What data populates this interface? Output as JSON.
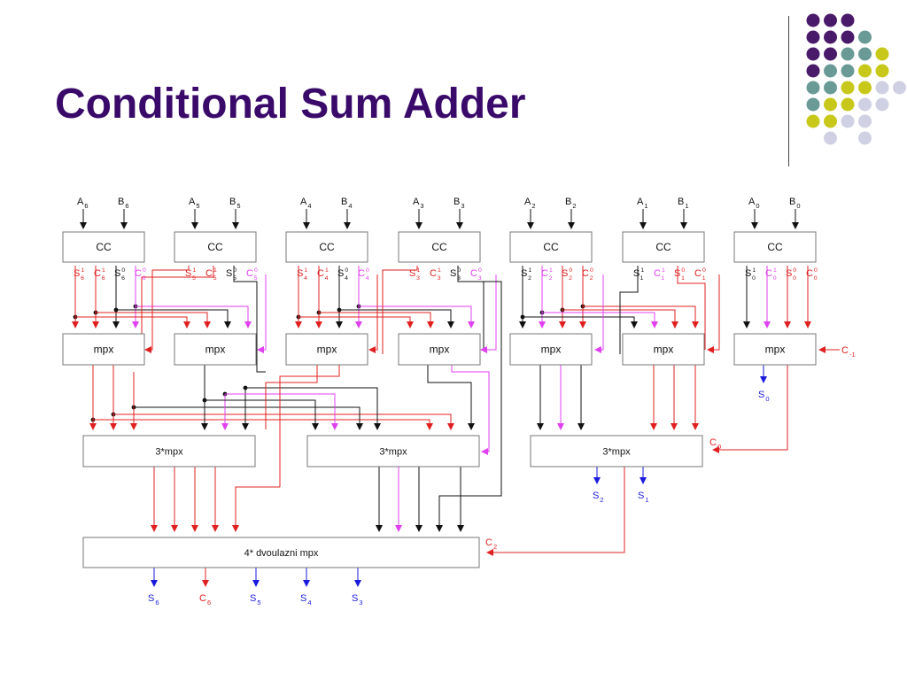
{
  "slide": {
    "title": "Conditional Sum Adder"
  },
  "colors": {
    "title": "#3a0a6a",
    "black": "#111111",
    "red": "#e02020",
    "magenta": "#e040f0",
    "blue": "#1a1adf",
    "box_border": "#777777",
    "dot_purple": "#4a1a6a",
    "dot_teal": "#6a9a96",
    "dot_yellow": "#c8c81a",
    "dot_lavender": "#d0d0e4"
  },
  "decoration": {
    "dot_grid": [
      [
        "purple",
        "purple",
        "purple",
        "",
        "",
        ""
      ],
      [
        "purple",
        "purple",
        "purple",
        "teal",
        "",
        ""
      ],
      [
        "purple",
        "purple",
        "teal",
        "teal",
        "yellow",
        ""
      ],
      [
        "purple",
        "teal",
        "teal",
        "yellow",
        "yellow",
        ""
      ],
      [
        "teal",
        "teal",
        "yellow",
        "yellow",
        "lavender",
        "lavender"
      ],
      [
        "teal",
        "yellow",
        "yellow",
        "lavender",
        "lavender",
        ""
      ],
      [
        "yellow",
        "yellow",
        "lavender",
        "lavender",
        "",
        ""
      ],
      [
        "",
        "lavender",
        "",
        "lavender",
        "",
        ""
      ]
    ]
  },
  "diagram": {
    "cc_label": "CC",
    "mpx_label": "mpx",
    "mpx3_label": "3*mpx",
    "mpx4_label": "4* dvoulazni mpx",
    "bits": [
      {
        "a": "A",
        "an": "6",
        "b": "B",
        "bn": "6"
      },
      {
        "a": "A",
        "an": "5",
        "b": "B",
        "bn": "5"
      },
      {
        "a": "A",
        "an": "4",
        "b": "B",
        "bn": "4"
      },
      {
        "a": "A",
        "an": "3",
        "b": "B",
        "bn": "3"
      },
      {
        "a": "A",
        "an": "2",
        "b": "B",
        "bn": "2"
      },
      {
        "a": "A",
        "an": "1",
        "b": "B",
        "bn": "1"
      },
      {
        "a": "A",
        "an": "0",
        "b": "B",
        "bn": "0"
      }
    ],
    "carry_in": {
      "base": "C",
      "sub": "-1"
    },
    "c0_label": {
      "base": "C",
      "sub": "0"
    },
    "c2_label": {
      "base": "C",
      "sub": "2"
    },
    "outputs": [
      {
        "base": "S",
        "sub": "0"
      },
      {
        "base": "S",
        "sub": "2"
      },
      {
        "base": "S",
        "sub": "1"
      },
      {
        "base": "S",
        "sub": "6"
      },
      {
        "base": "C",
        "sub": "6"
      },
      {
        "base": "S",
        "sub": "5"
      },
      {
        "base": "S",
        "sub": "4"
      },
      {
        "base": "S",
        "sub": "3"
      }
    ]
  }
}
